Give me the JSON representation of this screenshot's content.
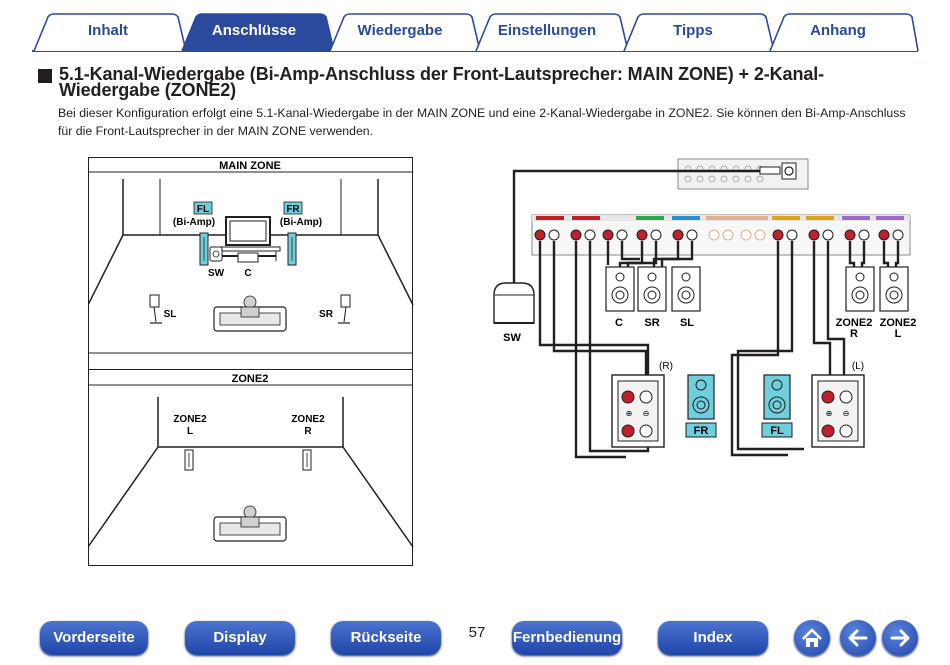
{
  "tabs": [
    {
      "label": "Inhalt",
      "active": false
    },
    {
      "label": "Anschlüsse",
      "active": true
    },
    {
      "label": "Wiedergabe",
      "active": false
    },
    {
      "label": "Einstellungen",
      "active": false
    },
    {
      "label": "Tipps",
      "active": false
    },
    {
      "label": "Anhang",
      "active": false
    }
  ],
  "heading": {
    "title": "5.1-Kanal-Wiedergabe (Bi-Amp-Anschluss der Front-Lautsprecher: MAIN ZONE) + 2-Kanal-Wiedergabe (ZONE2)"
  },
  "intro": "Bei dieser Konfiguration erfolgt eine 5.1-Kanal-Wiedergabe in der MAIN ZONE und eine 2-Kanal-Wiedergabe in ZONE2. Sie können den Bi-Amp-Anschluss für die Front-Lautsprecher in der MAIN ZONE verwenden.",
  "room": {
    "main_zone": "MAIN ZONE",
    "zone2": "ZONE2",
    "fl": "FL",
    "fr": "FR",
    "bi_amp_left": "(Bi-Amp)",
    "bi_amp_right": "(Bi-Amp)",
    "sw": "SW",
    "c": "C",
    "sl": "SL",
    "sr": "SR",
    "zone2_l_line1": "ZONE2",
    "zone2_l_line2": "L",
    "zone2_r_line1": "ZONE2",
    "zone2_r_line2": "R"
  },
  "wiring": {
    "sw": "SW",
    "c": "C",
    "sr": "SR",
    "sl": "SL",
    "zone2_r_line1": "ZONE2",
    "zone2_r_line2": "R",
    "zone2_l_line1": "ZONE2",
    "zone2_l_line2": "L",
    "right_marker": "(R)",
    "left_marker": "(L)",
    "fr": "FR",
    "fl": "FL",
    "plus": "⊕",
    "minus": "⊖"
  },
  "nav": {
    "front": "Vorderseite",
    "display": "Display",
    "back": "Rückseite",
    "page": "57",
    "remote": "Fernbedienung",
    "index": "Index"
  },
  "colors": {
    "tab_active": "#2b4a9e",
    "tab_text": "#2b4a9e",
    "nav_button": "#2f55b8",
    "speaker_label": "#6fcfdd",
    "terminal_red": "#c0202a"
  },
  "icons": [
    "home-icon",
    "arrow-left-icon",
    "arrow-right-icon"
  ]
}
